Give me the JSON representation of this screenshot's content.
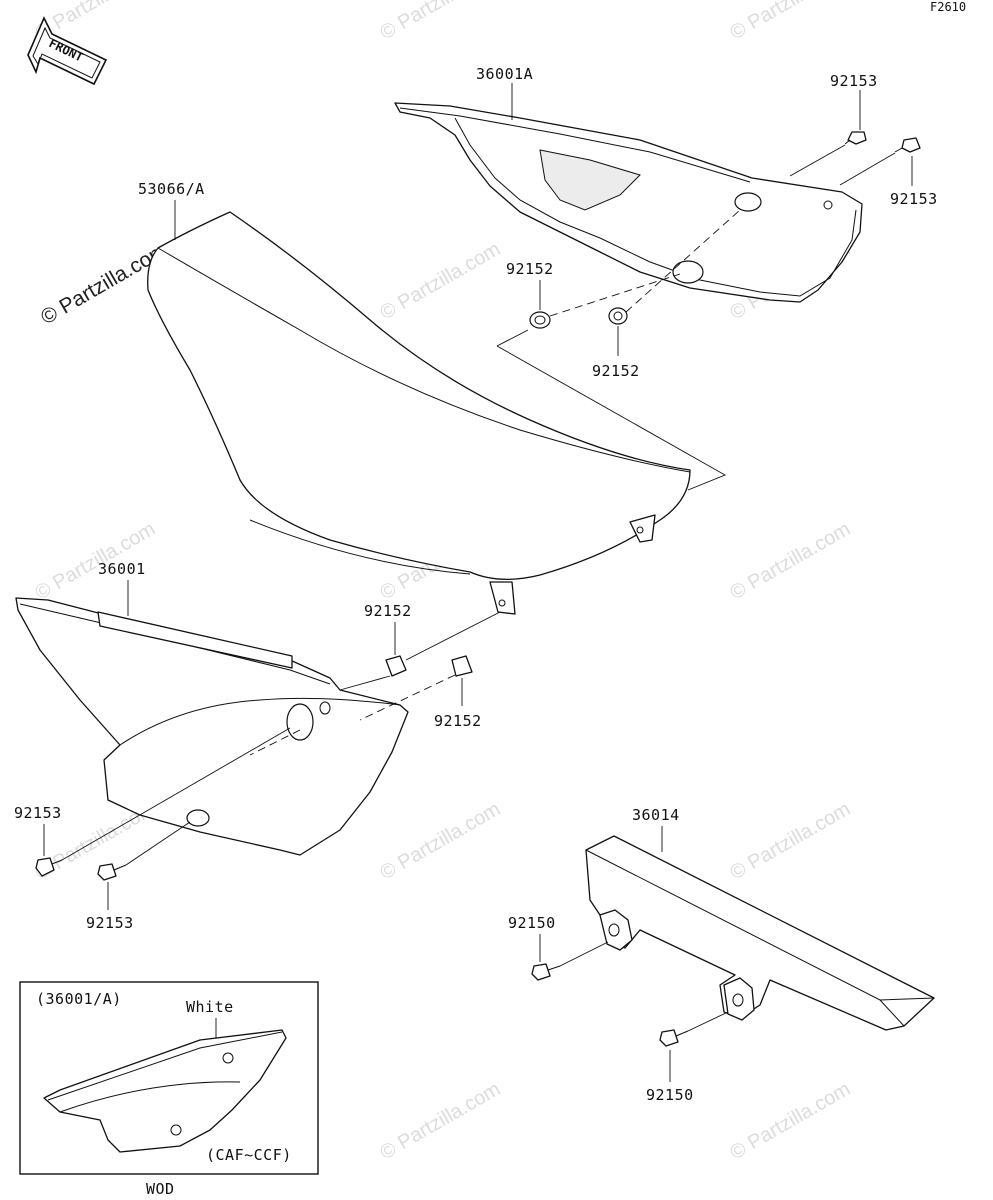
{
  "figure_code": "F2610",
  "front_label": "FRONT",
  "watermark": "© Partzilla.com",
  "parts": {
    "side_cover_right": "36001A",
    "seat": "53066/A",
    "side_cover_left": "36001",
    "chain_cover": "36014",
    "bolt_92153": "92153",
    "collar_92152": "92152",
    "bolt_92150": "92150"
  },
  "inset": {
    "title": "(36001/A)",
    "color_note": "White",
    "range": "(CAF~CCF)",
    "model": "WOD"
  },
  "icons": [
    "front-arrow-icon"
  ]
}
